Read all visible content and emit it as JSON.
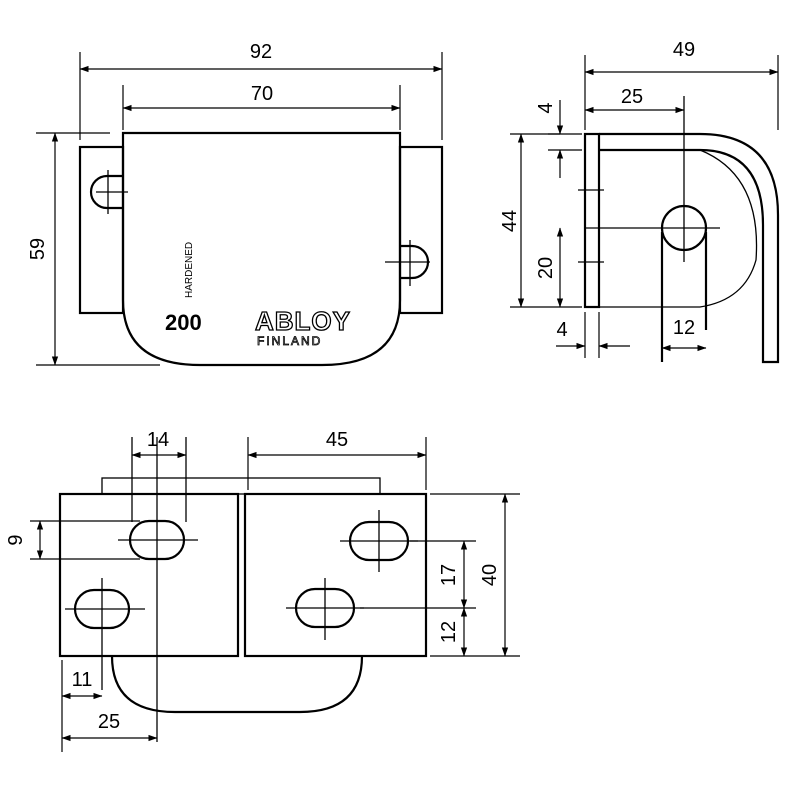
{
  "front_view": {
    "dims": {
      "overall_width": "92",
      "plate_width": "70",
      "height": "59"
    },
    "labels": {
      "hardened": "HARDENED",
      "number": "200",
      "brand": "ABLOY",
      "country": "FINLAND"
    }
  },
  "side_view": {
    "dims": {
      "overall": "49",
      "hole_x": "25",
      "top_offset": "4",
      "height": "44",
      "hole_y": "20",
      "thickness": "4",
      "slot_x": "12"
    }
  },
  "bottom_view": {
    "dims": {
      "slot_spacing": "14",
      "right_width": "45",
      "slot_height": "9",
      "slot_y": "17",
      "height": "40",
      "slot_bottom": "12",
      "slot_left": "11",
      "slot_x": "25"
    }
  }
}
